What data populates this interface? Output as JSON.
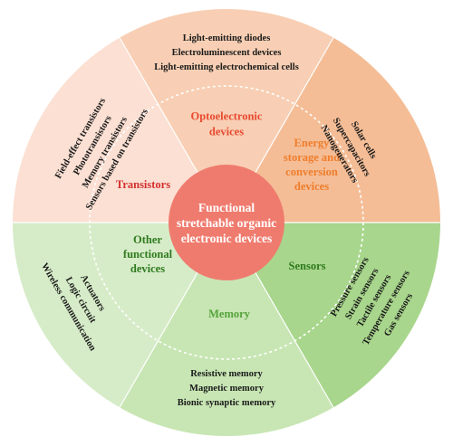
{
  "center": {
    "lines": [
      "Functional",
      "stretchable organic",
      "electronic devices"
    ],
    "color": "#ef7b6e"
  },
  "categories": {
    "optoelectronic": {
      "lines": [
        "Optoelectronic",
        "devices"
      ],
      "color": "#e8492f"
    },
    "energy": {
      "lines": [
        "Energy",
        "storage and",
        "conversion",
        "devices"
      ],
      "color": "#ef7d2c"
    },
    "sensors": {
      "lines": [
        "Sensors"
      ],
      "color": "#2f7a1f"
    },
    "memory": {
      "lines": [
        "Memory"
      ],
      "color": "#55a33b"
    },
    "other": {
      "lines": [
        "Other",
        "functional",
        "devices"
      ],
      "color": "#2f7a1f"
    },
    "transistors": {
      "lines": [
        "Transistors"
      ],
      "color": "#d42f2f"
    }
  },
  "examples": {
    "optoelectronic": [
      "Light-emitting diodes",
      "Electroluminescent devices",
      "Light-emitting electrochemical cells"
    ],
    "energy": [
      "Solar cells",
      "Supercapacitors",
      "Nanogenerators"
    ],
    "sensors": [
      "Pressure sensors",
      "Strain sensors",
      "Tactile sensors",
      "Temperature sensors",
      "Gas sensors"
    ],
    "memory": [
      "Resistive memory",
      "Magnetic memory",
      "Bionic synaptic memory"
    ],
    "other": [
      "Actuators",
      "Logic circuit",
      "Wireless communication"
    ],
    "transistors": [
      "Field-effect transistors",
      "Phototransistors",
      "Memory transistors",
      "Sensors based on transistors"
    ]
  },
  "sector_colors": {
    "optoelectronic": "#f8cfb4",
    "energy": "#f4bd96",
    "sensors": "#a8d68c",
    "memory": "#c8e6b4",
    "other": "#d6ecc8",
    "transistors": "#fbe0d3"
  }
}
